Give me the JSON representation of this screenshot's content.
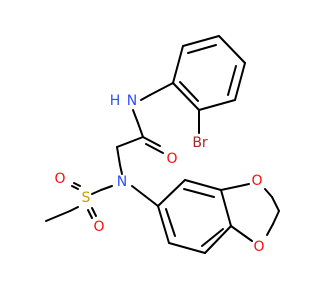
{
  "molecule": {
    "atom_labels": {
      "nh_n": "N",
      "nh_h": "H",
      "amide_o": "O",
      "br": "Br",
      "sulfonamide_n": "N",
      "s": "S",
      "so_o1": "O",
      "so_o2": "O",
      "diox_o1": "O",
      "diox_o2": "O"
    },
    "colors": {
      "carbon_bond": "#000000",
      "nitrogen": "#3050F8",
      "oxygen": "#FF0D0D",
      "sulfur": "#C8A000",
      "bromine": "#A62929"
    }
  }
}
